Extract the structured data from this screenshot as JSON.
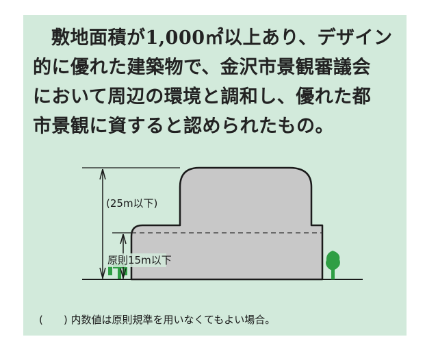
{
  "heading": {
    "line1": "敷地面積が1,000㎡以上あり、デザイン",
    "line2": "的に優れた建築物で、金沢市景観審議会",
    "line3": "において周辺の環境と調和し、優れた都",
    "line4": "市景観に資すると認められたもの。"
  },
  "figure": {
    "label_upper": "(25m以下)",
    "label_lower": "原則15m以下"
  },
  "note": "(　　) 内数値は原則規準を用いなくてもよい場合。",
  "colors": {
    "panel_background": "#d2eadb",
    "building_fill": "#c8c8c8",
    "tree_green": "#2f9e44"
  }
}
